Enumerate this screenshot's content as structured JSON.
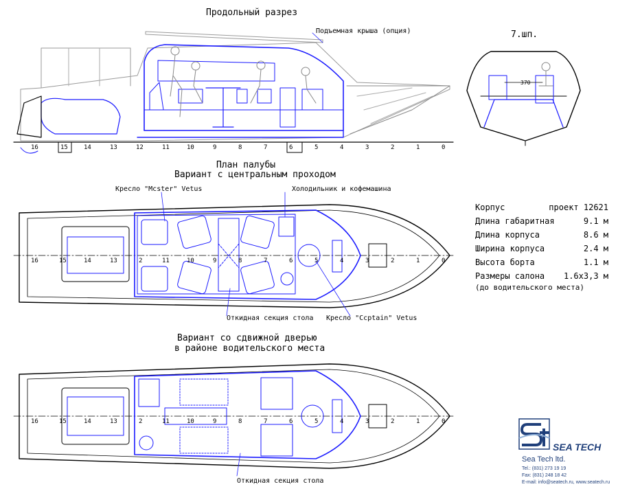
{
  "titles": {
    "longitudinal": "Продольный разрез",
    "section": "7.шп.",
    "deck_plan": "План палубы",
    "variant_central": "Вариант с центральным проходом",
    "variant_sliding_1": "Вариант со сдвижной дверью",
    "variant_sliding_2": "в районе водительского места"
  },
  "callouts": {
    "roof": "Подъемная крыша (опция)",
    "master_seat": "Кресло \"Mcster\" Vetus",
    "fridge": "Холодильник и кофемашина",
    "table_central": "Откидная секция стола",
    "captain_seat": "Кресло \"Ccptain\" Vetus",
    "table_sliding": "Откидная секция стола",
    "section_dim": "370"
  },
  "frames": [
    "16",
    "15",
    "14",
    "13",
    "12",
    "11",
    "10",
    "9",
    "8",
    "7",
    "6",
    "5",
    "4",
    "3",
    "2",
    "1",
    "0"
  ],
  "plan_frames": [
    "16",
    "15",
    "14",
    "13",
    "2",
    "11",
    "10",
    "9",
    "8",
    "7",
    "6",
    "5",
    "4",
    "3",
    "2",
    "1",
    "0"
  ],
  "specs": [
    {
      "label": "Корпус",
      "value": "проект 12621"
    },
    {
      "label": "Длина габаритная",
      "value": "9.1 м"
    },
    {
      "label": "Длина корпуса",
      "value": "8.6 м"
    },
    {
      "label": "Ширина корпуса",
      "value": "2.4 м"
    },
    {
      "label": "Высота борта",
      "value": "1.1 м"
    },
    {
      "label": "Размеры салона",
      "value": "1.6x3,3 м"
    }
  ],
  "specs_note": "(до водительского места)",
  "company": {
    "logo_text": "SEA TECH",
    "name": "Sea Tech ltd.",
    "tel": "Tel.: (831) 273 19 19",
    "fax": "Fax: (831) 248 18 42",
    "email": "E-mail: info@seatech.ru, www.seatech.ru"
  },
  "colors": {
    "line_blue": "#1a1aff",
    "line_gray": "#888888",
    "logo_navy": "#1f3f7a"
  }
}
